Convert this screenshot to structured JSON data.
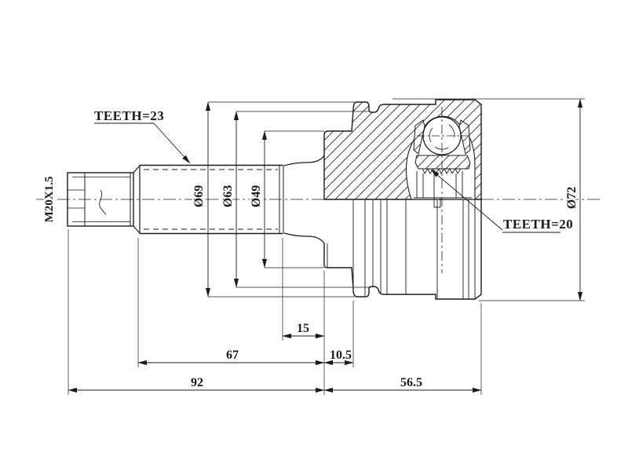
{
  "page": {
    "background": "#ffffff",
    "line_color": "#1b1b1b",
    "description": "CV joint outer race technical drawing"
  },
  "labels": {
    "thread": "M20X1.5",
    "teeth_outer": "TEETH=23",
    "teeth_inner": "TEETH=20"
  },
  "diameters": {
    "d69": "Ø69",
    "d63": "Ø63",
    "d49": "Ø49",
    "d72": "Ø72"
  },
  "dimensions": {
    "groove_width": "15",
    "spline_shaft_length": "67",
    "boot_seat_width": "10.5",
    "shaft_total_length": "92",
    "housing_length": "56.5"
  }
}
